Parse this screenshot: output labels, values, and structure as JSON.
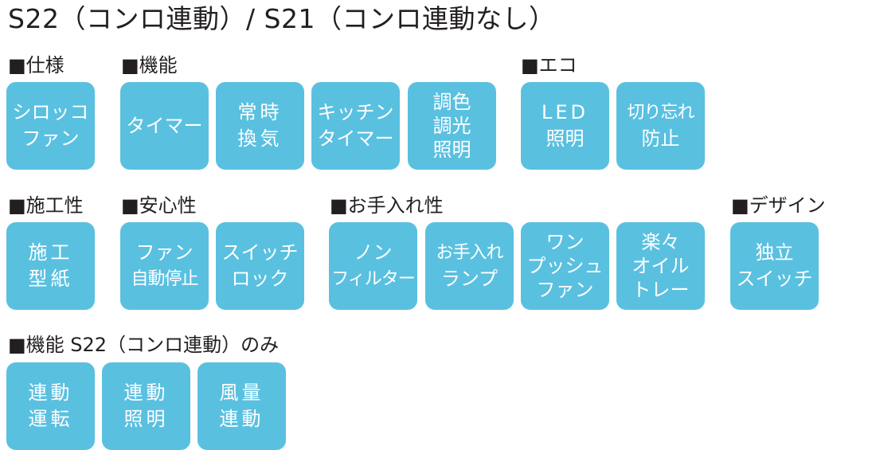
{
  "title": "S22（コンロ連動）/ S21（コンロ連動なし）",
  "sections": {
    "spec": {
      "label": "■仕様",
      "items": [
        {
          "lines": [
            "シロッコ",
            "ファン"
          ]
        }
      ]
    },
    "function": {
      "label": "■機能",
      "items": [
        {
          "lines": [
            "タイマー"
          ]
        },
        {
          "lines": [
            "常時",
            "換気"
          ]
        },
        {
          "lines": [
            "キッチン",
            "タイマー"
          ]
        },
        {
          "lines": [
            "調色",
            "調光",
            "照明"
          ]
        }
      ]
    },
    "eco": {
      "label": "■エコ",
      "items": [
        {
          "lines": [
            "LED",
            "照明"
          ]
        },
        {
          "lines": [
            "切り忘れ",
            "防止"
          ]
        }
      ]
    },
    "construction": {
      "label": "■施工性",
      "items": [
        {
          "lines": [
            "施工",
            "型紙"
          ]
        }
      ]
    },
    "safety": {
      "label": "■安心性",
      "items": [
        {
          "lines": [
            "ファン",
            "自動停止"
          ]
        },
        {
          "lines": [
            "スイッチ",
            "ロック"
          ]
        }
      ]
    },
    "maintenance": {
      "label": "■お手入れ性",
      "items": [
        {
          "lines": [
            "ノン",
            "フィルター"
          ]
        },
        {
          "lines": [
            "お手入れ",
            "ランプ"
          ]
        },
        {
          "lines": [
            "ワン",
            "プッシュ",
            "ファン"
          ]
        },
        {
          "lines": [
            "楽々",
            "オイル",
            "トレー"
          ]
        }
      ]
    },
    "design": {
      "label": "■デザイン",
      "items": [
        {
          "lines": [
            "独立",
            "スイッチ"
          ]
        }
      ]
    },
    "s22only": {
      "label": "■機能 S22（コンロ連動）のみ",
      "items": [
        {
          "lines": [
            "連動",
            "運転"
          ]
        },
        {
          "lines": [
            "連動",
            "照明"
          ]
        },
        {
          "lines": [
            "風量",
            "連動"
          ]
        }
      ]
    }
  },
  "colors": {
    "badge_bg": "#5ac0e0",
    "badge_text": "#ffffff",
    "text": "#231f20"
  }
}
